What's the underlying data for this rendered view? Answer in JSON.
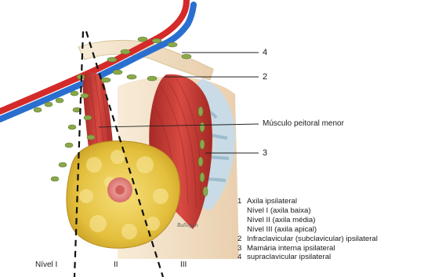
{
  "callouts": [
    {
      "id": "4",
      "label": "4"
    },
    {
      "id": "2",
      "label": "2"
    },
    {
      "id": "muscle",
      "label": "Músculo peitoral menor"
    },
    {
      "id": "3",
      "label": "3"
    }
  ],
  "levels": [
    "Nível I",
    "II",
    "III"
  ],
  "legend": {
    "items": [
      {
        "num": "1",
        "text": "Axila ipsilateral",
        "sub": [
          "Nível I (axila baixa)",
          "Nível II (axila média)",
          "Nível III (axila apical)"
        ]
      },
      {
        "num": "2",
        "text": "Infraclavicular (subclavicular) ipsilateral"
      },
      {
        "num": "3",
        "text": "Mamária interna ipsilateral"
      },
      {
        "num": "4",
        "text": "supraclavicular ipsilateral"
      }
    ]
  },
  "signature": "Ballogan",
  "colors": {
    "artery": "#d42a2a",
    "vein": "#2a6fd0",
    "muscle": "#c23a35",
    "node": "#8aa84a",
    "breast_fat": "#e6c544",
    "bone": "#efe3b8"
  }
}
